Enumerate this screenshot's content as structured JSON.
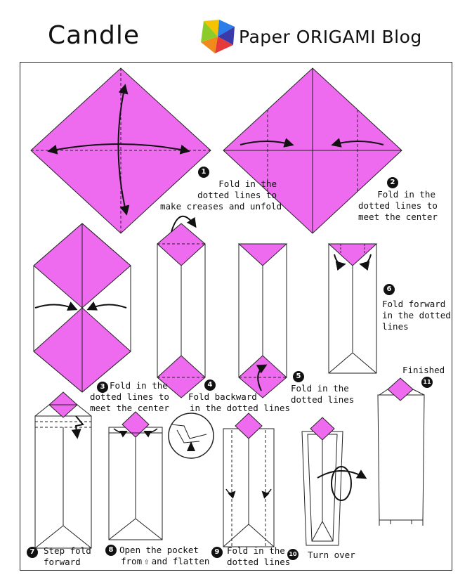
{
  "header": {
    "title": "Candle",
    "brand": "Paper ORIGAMI Blog"
  },
  "colors": {
    "paper": "#ee6aee",
    "line": "#222222",
    "background": "#ffffff"
  },
  "icons": {
    "logo": "pinwheel-logo-icon",
    "step_badge": "numbered-circle-icon",
    "pocket_arrow": "up-arrow-outline-icon"
  },
  "steps": [
    {
      "n": "1",
      "text": [
        "Fold in the",
        "dotted lines to",
        "make creases and unfold"
      ]
    },
    {
      "n": "2",
      "text": [
        "Fold in the",
        "dotted lines to",
        "meet the center"
      ]
    },
    {
      "n": "3",
      "text": [
        "Fold in the",
        "dotted lines to",
        "meet the center"
      ]
    },
    {
      "n": "4",
      "text": [
        "Fold backward",
        "in the dotted lines"
      ]
    },
    {
      "n": "5",
      "text": [
        "Fold in the",
        "dotted lines"
      ]
    },
    {
      "n": "6",
      "text": [
        "Fold forward",
        "in the dotted",
        "lines"
      ]
    },
    {
      "n": "7",
      "text": [
        "Step fold",
        "forward"
      ]
    },
    {
      "n": "8",
      "text": [
        "Open the pocket",
        "from",
        "and flatten"
      ]
    },
    {
      "n": "9",
      "text": [
        "Fold in the",
        "dotted lines"
      ]
    },
    {
      "n": "10",
      "text": [
        "Turn over"
      ]
    },
    {
      "n": "11",
      "text": [
        "Finished"
      ]
    }
  ]
}
